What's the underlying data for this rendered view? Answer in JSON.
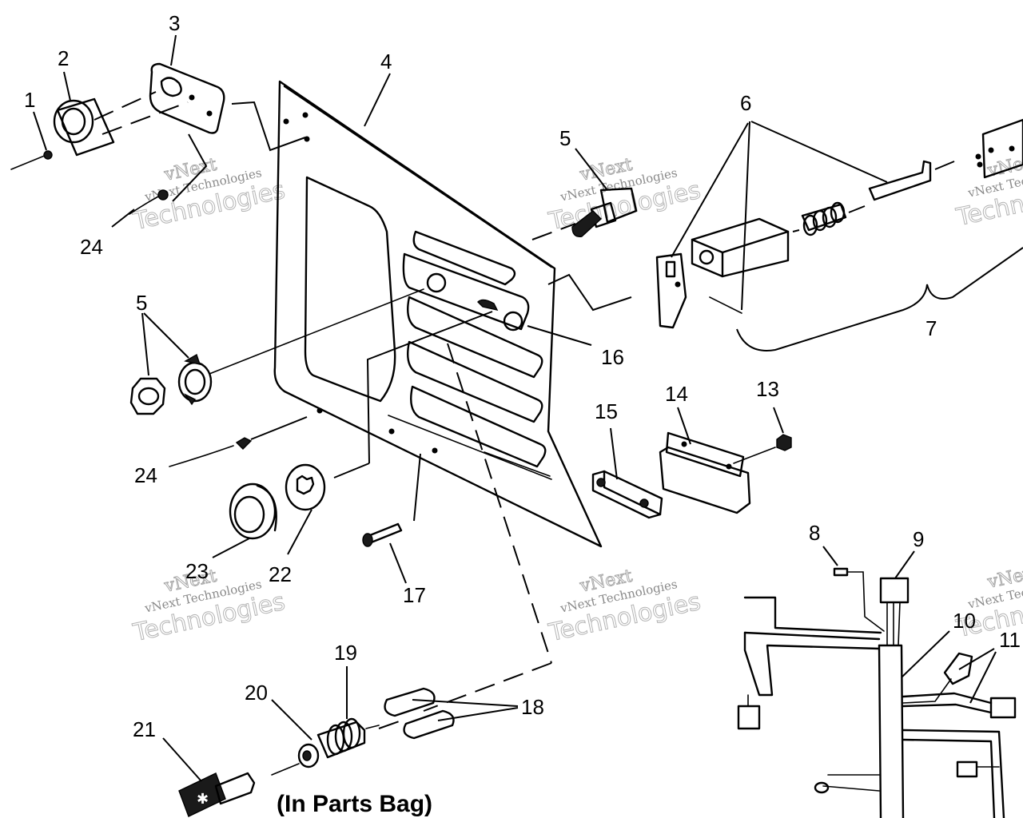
{
  "callouts": {
    "c1": "1",
    "c2": "2",
    "c3": "3",
    "c4": "4",
    "c5a": "5",
    "c5b": "5",
    "c6": "6",
    "c7": "7",
    "c8": "8",
    "c9": "9",
    "c10": "10",
    "c11": "11",
    "c13": "13",
    "c14": "14",
    "c15": "15",
    "c16": "16",
    "c17": "17",
    "c18": "18",
    "c19": "19",
    "c20": "20",
    "c21": "21",
    "c22": "22",
    "c23": "23",
    "c24a": "24",
    "c24b": "24"
  },
  "note": "(In Parts Bag)",
  "watermark": {
    "line1": "vNext",
    "line2": "vNext Technologies",
    "line3": "Technologies"
  },
  "colors": {
    "ink": "#000000",
    "watermark": "#a8a8a8",
    "background": "#ffffff"
  }
}
